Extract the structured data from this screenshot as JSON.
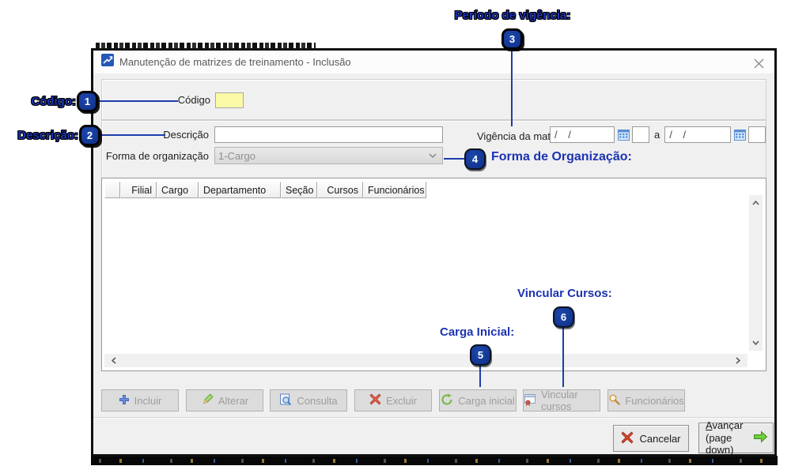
{
  "colors": {
    "annotation_blue": "#1c33b2",
    "badge_blue": "#0e2f86",
    "codigo_field_yellow": "#fafaa6",
    "dialog_background": "#f0f0f0",
    "cancel_red": "#d9442c",
    "next_green": "#6fce3a"
  },
  "annotations": [
    {
      "number": "1",
      "label": "Código:"
    },
    {
      "number": "2",
      "label": "Descrição:"
    },
    {
      "number": "3",
      "label": "Período de vigência:"
    },
    {
      "number": "4",
      "label": "Forma de Organização:"
    },
    {
      "number": "5",
      "label": "Carga Inicial:"
    },
    {
      "number": "6",
      "label": "Vincular Cursos:"
    }
  ],
  "dialog": {
    "title": "Manutenção de matrizes de treinamento - Inclusão",
    "icons": [
      "app-icon",
      "close-icon",
      "calendar-icon",
      "dropdown-arrow-icon",
      "scroll-up-icon",
      "scroll-down-icon",
      "scroll-left-icon",
      "scroll-right-icon"
    ],
    "form": {
      "codigo": {
        "label": "Código",
        "value": ""
      },
      "descricao": {
        "label": "Descrição",
        "value": "",
        "placeholder": ""
      },
      "forma_organizacao": {
        "label": "Forma de organização",
        "value": "1-Cargo"
      },
      "vigencia": {
        "label": "Vigência da matriz",
        "start": "/ /",
        "separator": "a",
        "end": "/ /"
      }
    },
    "grid": {
      "columns": [
        "",
        "Filial",
        "Cargo",
        "Departamento",
        "Seção",
        "Cursos",
        "Funcionários"
      ],
      "rows": []
    },
    "actions": [
      {
        "label": "Incluir",
        "icon": "plus-icon"
      },
      {
        "label": "Alterar",
        "icon": "pencil-icon"
      },
      {
        "label": "Consulta",
        "icon": "search-document-icon"
      },
      {
        "label": "Excluir",
        "icon": "delete-icon"
      },
      {
        "label": "Carga inicial",
        "icon": "refresh-icon"
      },
      {
        "label": "Vincular cursos",
        "icon": "certificate-icon"
      },
      {
        "label": "Funcionários",
        "icon": "search-icon"
      }
    ],
    "footer": {
      "cancel": "Cancelar",
      "cancel_icon": "cancel-x-icon",
      "next_line1": "Avançar",
      "next_line2": "(page down)",
      "next_icon": "arrow-right-icon"
    }
  }
}
